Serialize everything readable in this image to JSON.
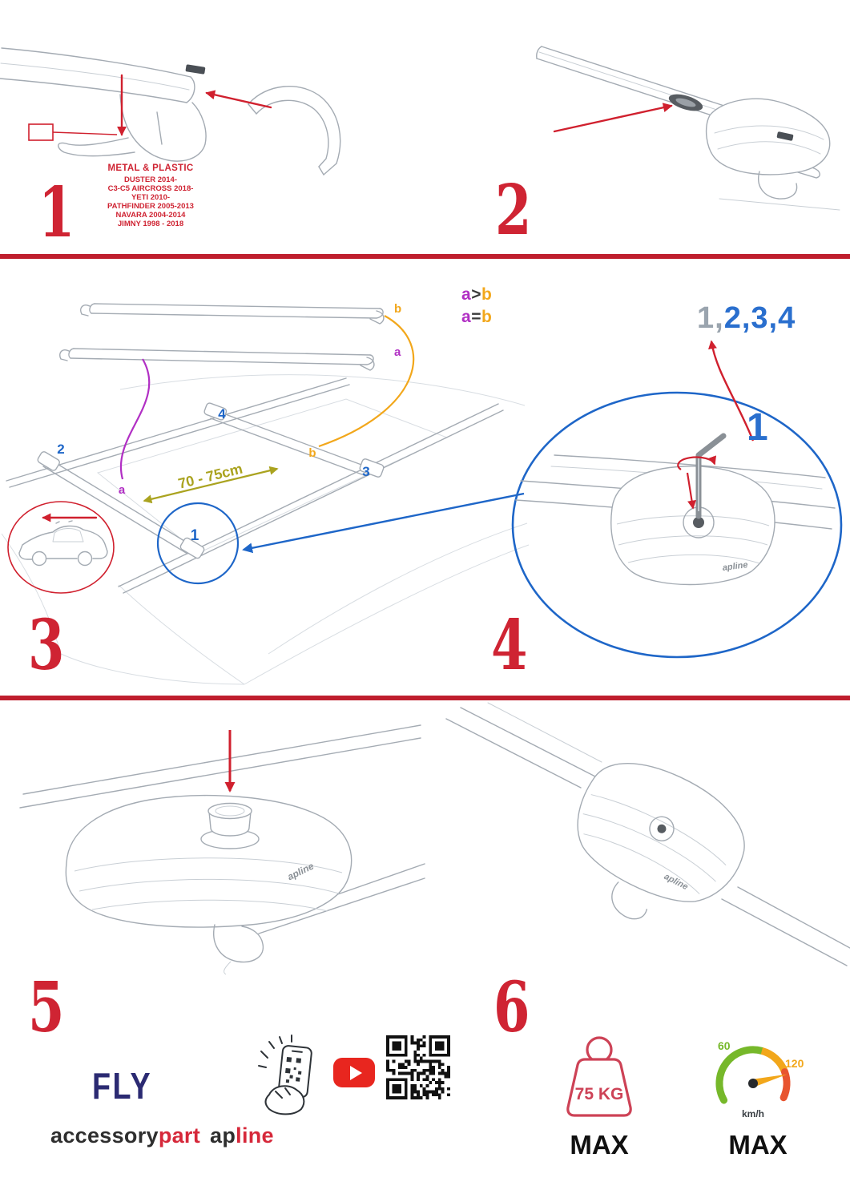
{
  "logo": "apline",
  "colors": {
    "accent_red": "#cf2433",
    "divider_red": "#bf1e2d",
    "arrow_red": "#d0202e",
    "blue": "#2a6fce",
    "purple": "#b12fc4",
    "orange": "#f2a71b",
    "olive": "#aaa31f",
    "navy": "#2b2a72",
    "youtube_red": "#e8261f",
    "weight_red": "#cd4256",
    "speed_green": "#76b82a",
    "speed_orange": "#f2a71b",
    "speed_red": "#e8542f"
  },
  "steps": {
    "s1": {
      "number": "1",
      "material": "METAL & PLASTIC",
      "models": [
        "DUSTER 2014-",
        "C3-C5 AIRCROSS 2018-",
        "YETI 2010-",
        "PATHFINDER 2005-2013",
        "NAVARA 2004-2014",
        "JIMNY 1998 - 2018"
      ]
    },
    "s2": {
      "number": "2"
    },
    "s3": {
      "number": "3",
      "distance": "70 - 75cm",
      "bar1": "1",
      "bar2": "2",
      "bar3": "3",
      "bar4": "4",
      "a": "a",
      "b": "b",
      "legend1": {
        "a": "a",
        "op": ">",
        "b": "b"
      },
      "legend2": {
        "a": "a",
        "op": "=",
        "b": "b"
      }
    },
    "s4": {
      "number": "4",
      "seq_first": "1,",
      "seq_rest": "2,3,4",
      "callout": "1"
    },
    "s5": {
      "number": "5"
    },
    "s6": {
      "number": "6"
    }
  },
  "footer": {
    "fly": "FLY",
    "accessory": "accessory",
    "part": "part",
    "ap": "ap",
    "line": "line",
    "weight_value": "75 KG",
    "weight_max": "MAX",
    "speed_min": "60",
    "speed_high": "120",
    "speed_unit": "km/h",
    "speed_max": "MAX"
  }
}
